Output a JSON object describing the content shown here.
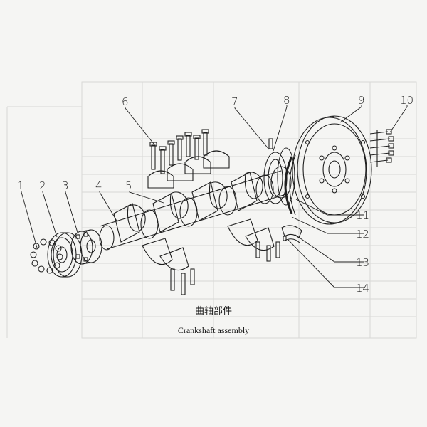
{
  "caption": {
    "chinese": "曲轴部件",
    "english": "Crankshaft assembly"
  },
  "callouts": [
    "1",
    "2",
    "3",
    "4",
    "5",
    "6",
    "7",
    "8",
    "9",
    "10",
    "11",
    "12",
    "13",
    "14"
  ]
}
